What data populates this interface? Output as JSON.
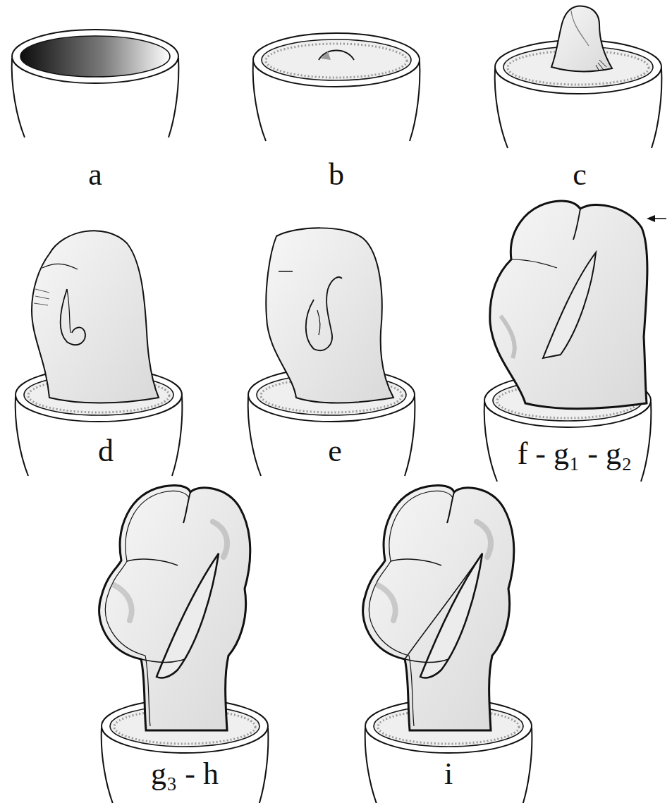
{
  "diagram": {
    "labels": [
      "a",
      "b",
      "c",
      "d",
      "e",
      "f - g₁ - g₂",
      "g₃ - h",
      "i"
    ]
  }
}
